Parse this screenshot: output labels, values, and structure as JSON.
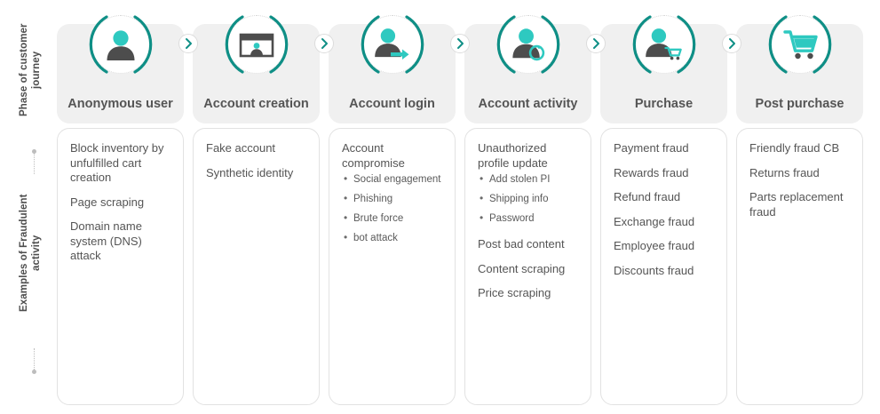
{
  "axes": {
    "phase_label": "Phase of customer journey",
    "activity_label": "Examples of Fraudulent activity"
  },
  "colors": {
    "accent_teal": "#2ec9c0",
    "accent_dark_teal": "#0f8f86",
    "icon_body": "#4d4d4d",
    "header_card_bg": "#f0f0f0",
    "body_card_border": "#e2e2e2",
    "text": "#555555"
  },
  "connector_icon": "chevron-right-icon",
  "columns": [
    {
      "id": "anonymous-user",
      "title": "Anonymous user",
      "icon": "person-icon",
      "items": [
        {
          "text": "Block inventory by unfulfilled cart creation",
          "sub": []
        },
        {
          "text": "Page scraping",
          "sub": []
        },
        {
          "text": "Domain name system (DNS) attack",
          "sub": []
        }
      ]
    },
    {
      "id": "account-creation",
      "title": "Account creation",
      "icon": "person-id-card-icon",
      "items": [
        {
          "text": "Fake account",
          "sub": []
        },
        {
          "text": "Synthetic identity",
          "sub": []
        }
      ]
    },
    {
      "id": "account-login",
      "title": "Account login",
      "icon": "person-login-arrow-icon",
      "items": [
        {
          "text": "Account compromise",
          "sub": [
            "Social engagement",
            "Phishing",
            "Brute force",
            "bot attack"
          ]
        }
      ]
    },
    {
      "id": "account-activity",
      "title": "Account activity",
      "icon": "person-refresh-icon",
      "items": [
        {
          "text": "Unauthorized profile update",
          "sub": [
            "Add stolen PI",
            "Shipping info",
            "Password"
          ]
        },
        {
          "text": "Post bad content",
          "sub": []
        },
        {
          "text": "Content scraping",
          "sub": []
        },
        {
          "text": "Price scraping",
          "sub": []
        }
      ]
    },
    {
      "id": "purchase",
      "title": "Purchase",
      "icon": "person-shopping-cart-icon",
      "items": [
        {
          "text": "Payment fraud",
          "sub": []
        },
        {
          "text": "Rewards fraud",
          "sub": []
        },
        {
          "text": "Refund fraud",
          "sub": []
        },
        {
          "text": "Exchange fraud",
          "sub": []
        },
        {
          "text": "Employee fraud",
          "sub": []
        },
        {
          "text": "Discounts fraud",
          "sub": []
        }
      ]
    },
    {
      "id": "post-purchase",
      "title": "Post purchase",
      "icon": "shopping-cart-icon",
      "items": [
        {
          "text": "Friendly fraud CB",
          "sub": []
        },
        {
          "text": "Returns fraud",
          "sub": []
        },
        {
          "text": "Parts replacement fraud",
          "sub": []
        }
      ]
    }
  ]
}
